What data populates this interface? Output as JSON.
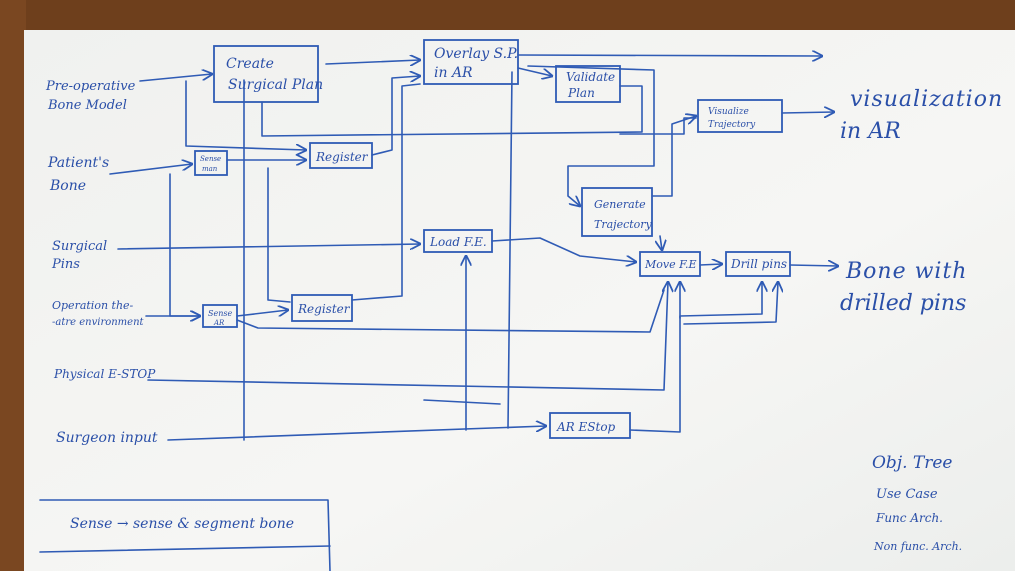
{
  "inputs": {
    "bone_model": [
      "Pre-operative",
      "Bone Model"
    ],
    "patient_bone": [
      "Patient's",
      "Bone"
    ],
    "surgical_pins": [
      "Surgical",
      "Pins"
    ],
    "environment": [
      "Operation the-",
      "-atre environment"
    ],
    "estop": "Physical E-STOP",
    "surgeon_input": "Surgeon input"
  },
  "blocks": {
    "create_plan": [
      "Create",
      "Surgical Plan"
    ],
    "overlay": [
      "Overlay S.P.",
      "in AR"
    ],
    "validate": [
      "Validate",
      "Plan"
    ],
    "visualize": [
      "Visualize",
      "Trajectory"
    ],
    "sense_man": [
      "Sense",
      "man"
    ],
    "register_top": "Register",
    "generate": [
      "Generate",
      "Trajectory"
    ],
    "load_fe": "Load F.E.",
    "move_fe": "Move F.E",
    "drill": "Drill pins",
    "sense_ar": [
      "Sense",
      "AR"
    ],
    "register_bottom": "Register",
    "ar_estop": "AR EStop"
  },
  "outputs": {
    "visualization": [
      "visualization",
      "in AR"
    ],
    "bone_pins": [
      "Bone with",
      "drilled pins"
    ]
  },
  "notes": {
    "legend": "Sense → sense & segment bone",
    "list": [
      "Obj. Tree",
      "Use Case",
      "Func Arch.",
      "Non func. Arch."
    ]
  },
  "colors": {
    "ink": "#2f5bb5",
    "board": "#f3f4f2",
    "frame": "#8a5529"
  }
}
